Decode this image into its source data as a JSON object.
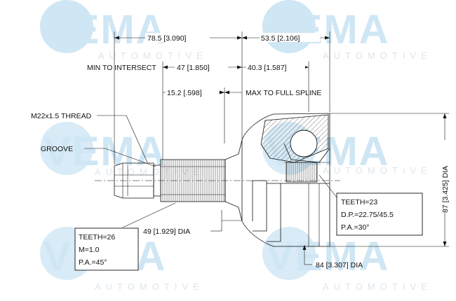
{
  "watermark": {
    "brand": "VEMA",
    "tagline": "AUTOMOTIVE"
  },
  "dimensions": {
    "overall_length": "78.5 [3.090]",
    "housing_depth": "53.5 [2.106]",
    "min_to_intersect_label": "MIN TO INTERSECT",
    "min_to_intersect": "47 [1.850]",
    "intersect_to_bell": "40.3 [1.587]",
    "spline_length": "15.2 [.598]",
    "max_to_full_spline_label": "MAX TO FULL SPLINE",
    "thread_label": "M22x1.5 THREAD",
    "groove_label": "GROOVE",
    "shaft_diameter": "49 [1.929] DIA",
    "bell_diameter": "84 [3.307] DIA",
    "housing_height": "87 [3.425] DIA"
  },
  "specs": {
    "outer": [
      "TEETH=26",
      "M=1.0",
      "P.A.=45°"
    ],
    "inner": [
      "TEETH=23",
      "D.P.=22.75/45.5",
      "P.A.=30°"
    ]
  }
}
